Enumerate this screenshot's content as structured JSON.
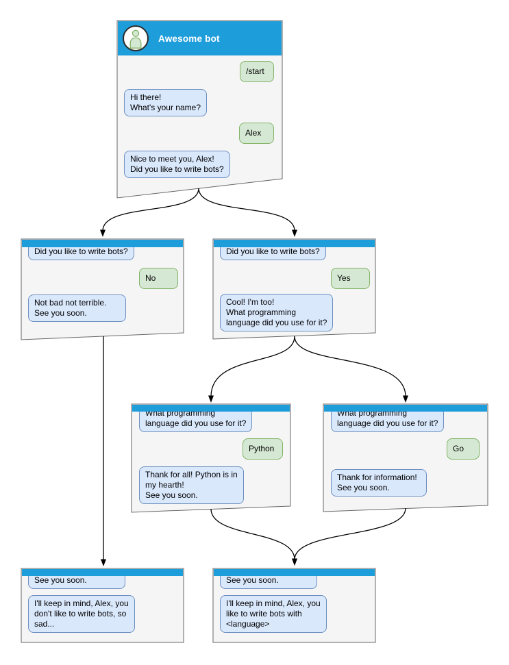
{
  "colors": {
    "header_blue": "#1E9DDB",
    "window_fill": "#F5F5F5",
    "window_border": "#666666",
    "bot_bubble_fill": "#DAE8FC",
    "bot_bubble_border": "#6C8EBF",
    "user_bubble_fill": "#D5E8D4",
    "user_bubble_border": "#82B366",
    "arrow": "#000000",
    "text": "#000000"
  },
  "flow": {
    "start": {
      "title": "Awesome bot",
      "avatar_icon": "person-icon",
      "bubbles": [
        {
          "from": "user",
          "text": "/start"
        },
        {
          "from": "bot",
          "text": "Hi there!\nWhat's your name?"
        },
        {
          "from": "user",
          "text": "Alex"
        },
        {
          "from": "bot",
          "text": "Nice to meet you, Alex!\nDid you like to write bots?"
        }
      ]
    },
    "branch_no": {
      "bubbles": [
        {
          "from": "bot",
          "text": "Did you like to write bots?"
        },
        {
          "from": "user",
          "text": "No"
        },
        {
          "from": "bot",
          "text": "Not bad not terrible.\nSee you soon."
        }
      ]
    },
    "branch_yes": {
      "bubbles": [
        {
          "from": "bot",
          "text": "Did you like to write bots?"
        },
        {
          "from": "user",
          "text": "Yes"
        },
        {
          "from": "bot",
          "text": "Cool! I'm too!\nWhat programming\nlanguage did you use for it?"
        }
      ]
    },
    "branch_python": {
      "bubbles": [
        {
          "from": "bot",
          "text": "What programming\nlanguage did you use for it?"
        },
        {
          "from": "user",
          "text": "Python"
        },
        {
          "from": "bot",
          "text": "Thank for all! Python is in\nmy hearth!\nSee you soon."
        }
      ]
    },
    "branch_go": {
      "bubbles": [
        {
          "from": "bot",
          "text": "What programming\nlanguage did you use for it?"
        },
        {
          "from": "user",
          "text": "Go"
        },
        {
          "from": "bot",
          "text": "Thank for information!\nSee you soon."
        }
      ]
    },
    "end_no": {
      "bubbles": [
        {
          "from": "bot",
          "text": "See you soon."
        },
        {
          "from": "bot",
          "text": "I'll keep in mind, Alex, you\ndon't like to write bots, so\nsad..."
        }
      ]
    },
    "end_yes": {
      "bubbles": [
        {
          "from": "bot",
          "text": "See you soon."
        },
        {
          "from": "bot",
          "text": "I'll keep in mind, Alex, you\nlike to write bots with\n<language>"
        }
      ]
    }
  }
}
